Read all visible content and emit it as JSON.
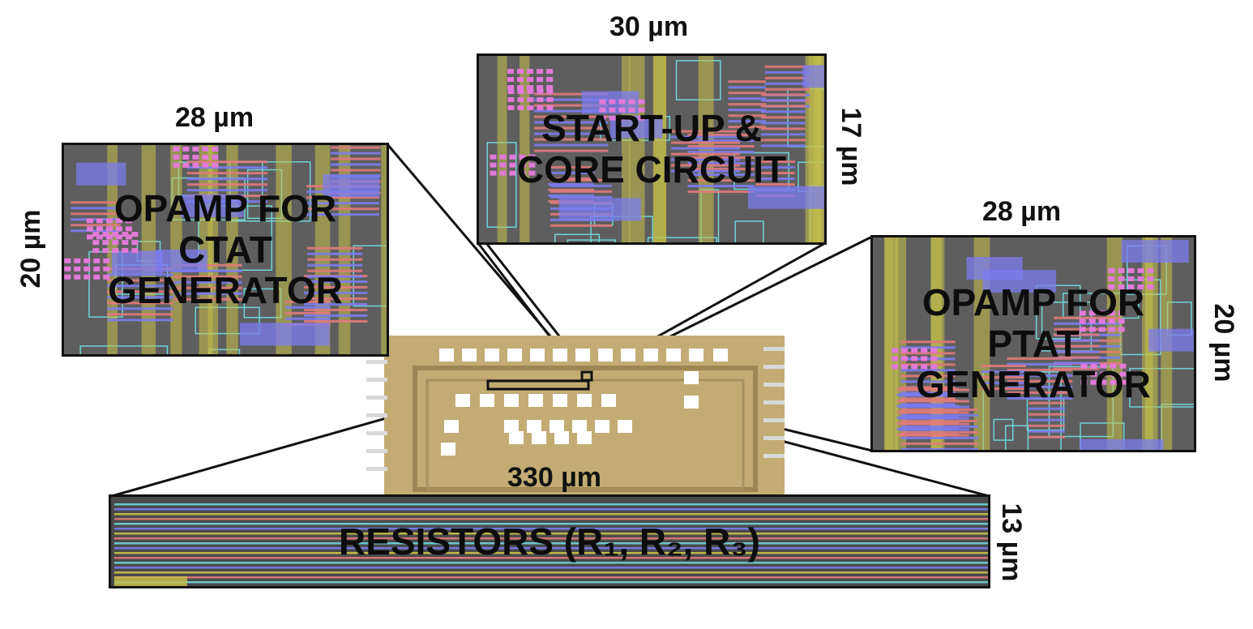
{
  "figure": {
    "die_width_label": "330 µm",
    "blocks": [
      {
        "id": "startup_core",
        "label_lines": [
          "START-UP &",
          "CORE CIRCUIT"
        ],
        "width_label": "30 µm",
        "height_label": "17 µm"
      },
      {
        "id": "opamp_ctat",
        "label_lines": [
          "OPAMP FOR",
          "CTAT",
          "GENERATOR"
        ],
        "width_label": "28 µm",
        "height_label": "20 µm"
      },
      {
        "id": "opamp_ptat",
        "label_lines": [
          "OPAMP FOR",
          "PTAT",
          "GENERATOR"
        ],
        "width_label": "28 µm",
        "height_label": "20 µm"
      },
      {
        "id": "resistors",
        "label_text": "RESISTORS (R₁, R₂, R₃)",
        "height_label": "13 µm"
      }
    ]
  },
  "colors": {
    "layout_bg": "#5e5e5e",
    "metal_blue": "#7c7cf0",
    "metal_pink": "#e27ad8",
    "poly_yellow": "#c9c24a",
    "diff_cyan": "#6fd3d8",
    "resistor_red": "#e07a7a",
    "die_gold": "#c9b27a",
    "pad_white": "#ffffff",
    "frame": "#111111"
  }
}
